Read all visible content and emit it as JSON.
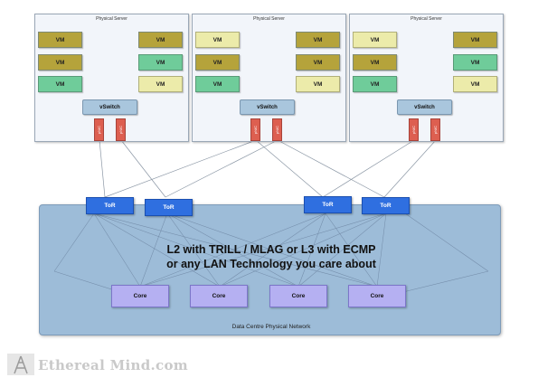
{
  "servers": [
    {
      "title": "Physical Server",
      "vm_label": "VM",
      "vswitch": "vSwitch",
      "nic": "pNIC"
    },
    {
      "title": "Physical Server",
      "vm_label": "VM",
      "vswitch": "vSwitch",
      "nic": "pNIC"
    },
    {
      "title": "Physical Server",
      "vm_label": "VM",
      "vswitch": "vSwitch",
      "nic": "pNIC"
    }
  ],
  "vm_colors": {
    "olive": "#b5a33b",
    "green": "#6fcc9a",
    "yellow": "#ecebaa"
  },
  "network": {
    "tor_label": "ToR",
    "core_label": "Core",
    "headline_line1": "L2 with TRILL / MLAG or L3 with ECMP",
    "headline_line2": "or any LAN Technology you care about",
    "footer_label": "Data Centre Physical Network"
  },
  "brand": {
    "text": "Ethereal Mind.com",
    "icon": "network-tower-icon"
  },
  "colors": {
    "tor": "#2f6fe0",
    "core": "#b5b0f2",
    "nic": "#dd5f50",
    "vswitch": "#a9c6dd",
    "network": "#9dbcd8"
  }
}
